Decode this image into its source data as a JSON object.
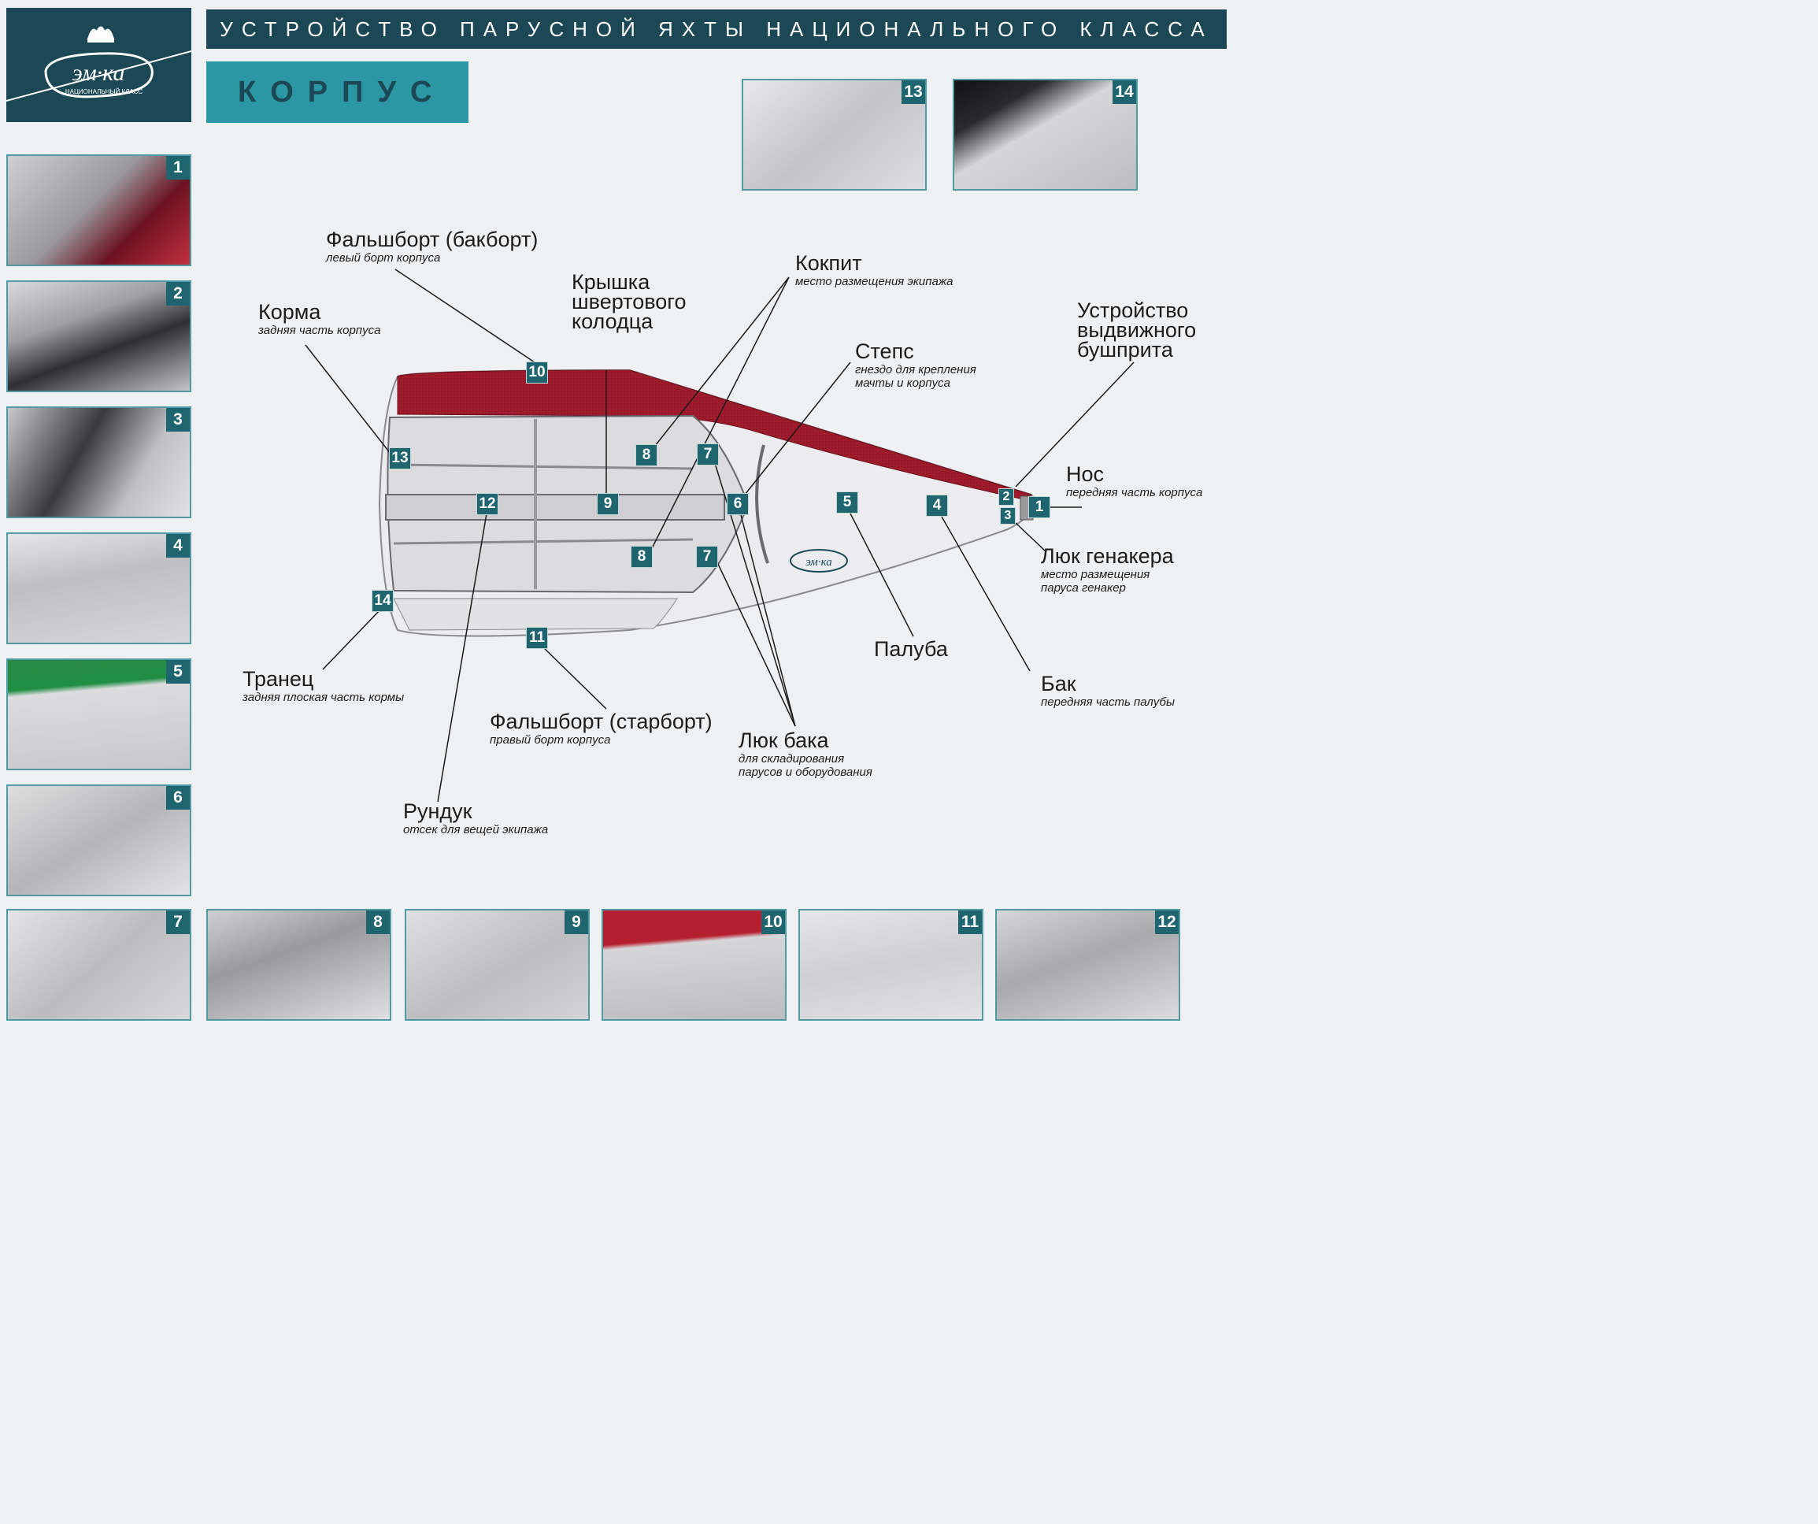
{
  "header": {
    "title": "УСТРОЙСТВО ПАРУСНОЙ ЯХТЫ НАЦИОНАЛЬНОГО КЛАССА",
    "section": "КОРПУС"
  },
  "logo": {
    "text": "эм·ка",
    "subtext": "НАЦИОНАЛЬНЫЙ КЛАСС"
  },
  "photos": [
    "1",
    "2",
    "3",
    "4",
    "5",
    "6",
    "7",
    "8",
    "9",
    "10",
    "11",
    "12",
    "13",
    "14"
  ],
  "labels": {
    "falshbort_bakbort": {
      "title": "Фальшборт (бакборт)",
      "sub": "левый борт корпуса"
    },
    "korma": {
      "title": "Корма",
      "sub": "задняя часть корпуса"
    },
    "kryshka": {
      "title": "Крышка\nшвертового\nколодца"
    },
    "kokpit": {
      "title": "Кокпит",
      "sub": "место размещения экипажа"
    },
    "steps": {
      "title": "Степс",
      "sub": "гнездо для крепления\nмачты и корпуса"
    },
    "bushprit": {
      "title": "Устройство\nвыдвижного\nбушприта"
    },
    "nos": {
      "title": "Нос",
      "sub": "передняя часть корпуса"
    },
    "lyuk_genakera": {
      "title": "Люк генакера",
      "sub": "место размещения\nпаруса генакер"
    },
    "paluba": {
      "title": "Палуба"
    },
    "bak": {
      "title": "Бак",
      "sub": "передняя часть палубы"
    },
    "tranets": {
      "title": "Транец",
      "sub": "задняя плоская часть кормы"
    },
    "falshbort_starbort": {
      "title": "Фальшборт (старборт)",
      "sub": "правый борт корпуса"
    },
    "lyuk_baka": {
      "title": "Люк бака",
      "sub": "для складирования\nпарусов и оборудования"
    },
    "rundyk": {
      "title": "Рундук",
      "sub": "отсек для вещей экипажа"
    }
  },
  "markers": {
    "m10": "10",
    "m13": "13",
    "m8a": "8",
    "m7a": "7",
    "m12": "12",
    "m9": "9",
    "m6": "6",
    "m5": "5",
    "m4": "4",
    "m2": "2",
    "m3": "3",
    "m1": "1",
    "m8b": "8",
    "m7b": "7",
    "m14": "14",
    "m11": "11"
  },
  "colors": {
    "navy": "#1c4754",
    "teal": "#2c97a4",
    "marker": "#1e6570",
    "hull_red": "#a01c2c"
  }
}
